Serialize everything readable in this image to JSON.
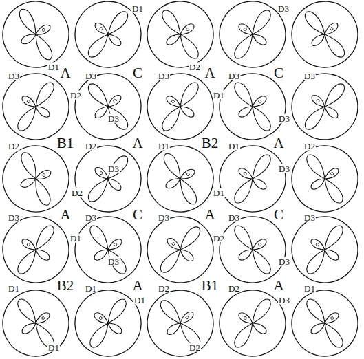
{
  "diagram": {
    "labels": [
      "D1",
      "D3",
      "D1",
      "D2",
      "D3",
      "A",
      "D3",
      "C",
      "D3",
      "A",
      "D3",
      "C",
      "D3",
      "D2",
      "D1",
      "D3",
      "D3",
      "D2",
      "B1",
      "D2",
      "A",
      "D1",
      "B2",
      "D1",
      "A",
      "D2",
      "D3",
      "D3",
      "D2",
      "D1",
      "D3",
      "A",
      "D3",
      "C",
      "D3",
      "A",
      "D3",
      "C",
      "D3",
      "D1",
      "D2",
      "D3",
      "D3",
      "D1",
      "B2",
      "D1",
      "A",
      "D2",
      "B1",
      "D2",
      "A",
      "D1",
      "D1",
      "D3",
      "D1",
      "D2"
    ]
  }
}
